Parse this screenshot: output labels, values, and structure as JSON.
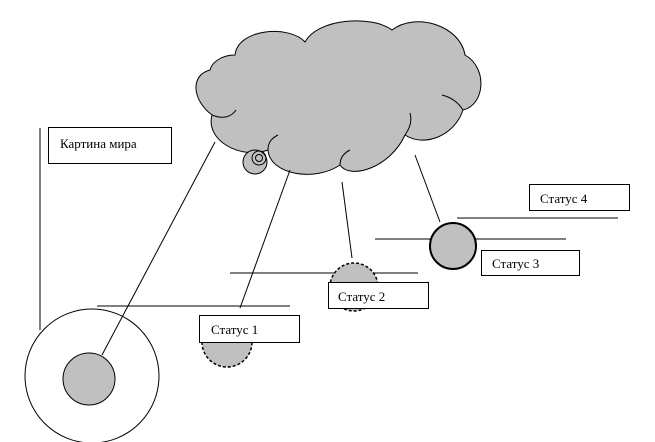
{
  "labels": {
    "world_picture": "Картина мира",
    "status_1": "Статус 1",
    "status_2": "Статус 2",
    "status_3": "Статус 3",
    "status_4": "Статус 4"
  },
  "colors": {
    "cloud_fill": "#c0c0c0",
    "circle_fill": "#c0c0c0",
    "stroke": "#000000",
    "background": "#ffffff"
  },
  "shapes": {
    "thought_cloud": "cloud",
    "world_ring": "double-circle",
    "status_1_marker": "dashed-half-circle",
    "status_2_marker": "dashed-circle",
    "status_3_marker": "solid-circle"
  }
}
